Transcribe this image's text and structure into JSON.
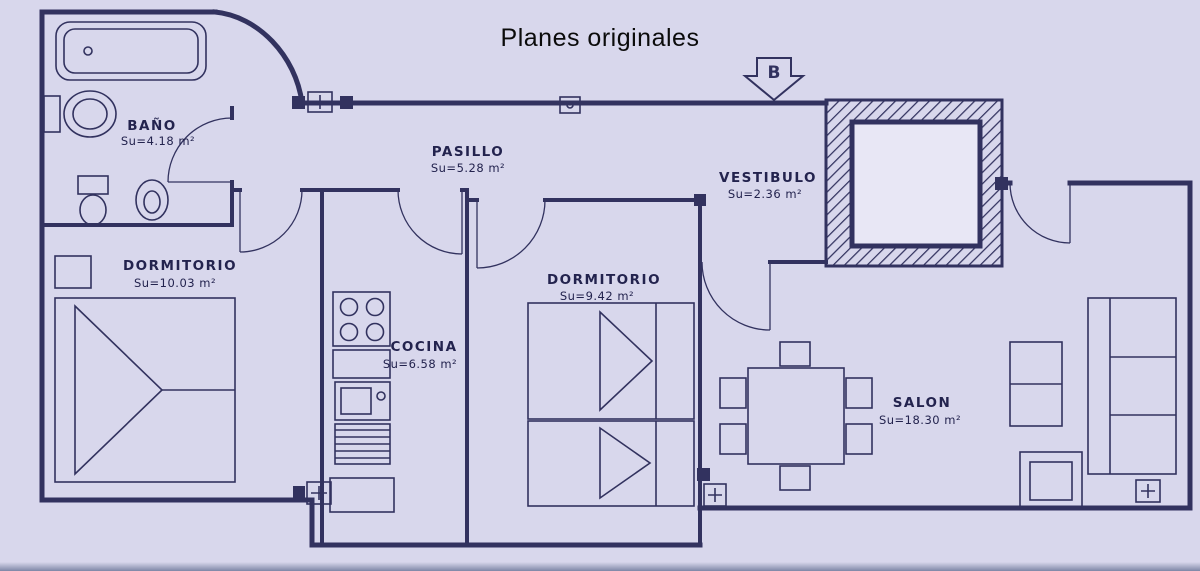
{
  "title": "Planes originales",
  "orientation_marker": "B",
  "rooms": {
    "bano": {
      "name": "BAÑO",
      "area": "Su=4.18 m²"
    },
    "pasillo": {
      "name": "PASILLO",
      "area": "Su=5.28 m²"
    },
    "vestibulo": {
      "name": "VESTIBULO",
      "area": "Su=2.36 m²"
    },
    "dormitorio1": {
      "name": "DORMITORIO",
      "area": "Su=10.03 m²"
    },
    "cocina": {
      "name": "COCINA",
      "area": "Su=6.58 m²"
    },
    "dormitorio2": {
      "name": "DORMITORIO",
      "area": "Su=9.42 m²"
    },
    "salon": {
      "name": "SALON",
      "area": "Su=18.30 m²"
    }
  },
  "colors": {
    "background": "#d8d7ec",
    "line": "#32325f",
    "text": "#23234e",
    "title": "#0b0b0b",
    "shaft_fill": "#e8e7f5"
  }
}
